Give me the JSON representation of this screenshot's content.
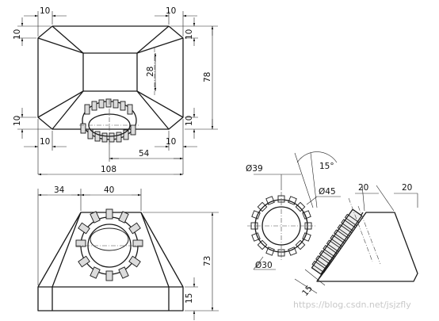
{
  "top_view": {
    "dims": {
      "top_left_10": "10",
      "top_right_10": "10",
      "left_upper_10": "10",
      "right_upper_10": "10",
      "height_28": "28",
      "height_78": "78",
      "left_lower_10": "10",
      "right_lower_10": "10",
      "bottom_left_10": "10",
      "bottom_right_10": "10",
      "dist_54": "54",
      "width_108": "108"
    }
  },
  "front_view": {
    "dims": {
      "d34": "34",
      "d40": "40",
      "d73": "73",
      "d15": "15"
    }
  },
  "gear_view": {
    "dims": {
      "phi39": "Ø39",
      "angle15": "15°",
      "phi45": "Ø45",
      "phi30": "Ø30",
      "d20_a": "20",
      "d20_b": "20",
      "d15_b": "15"
    }
  },
  "watermark": "https://blog.csdn.net/jsjzfly"
}
